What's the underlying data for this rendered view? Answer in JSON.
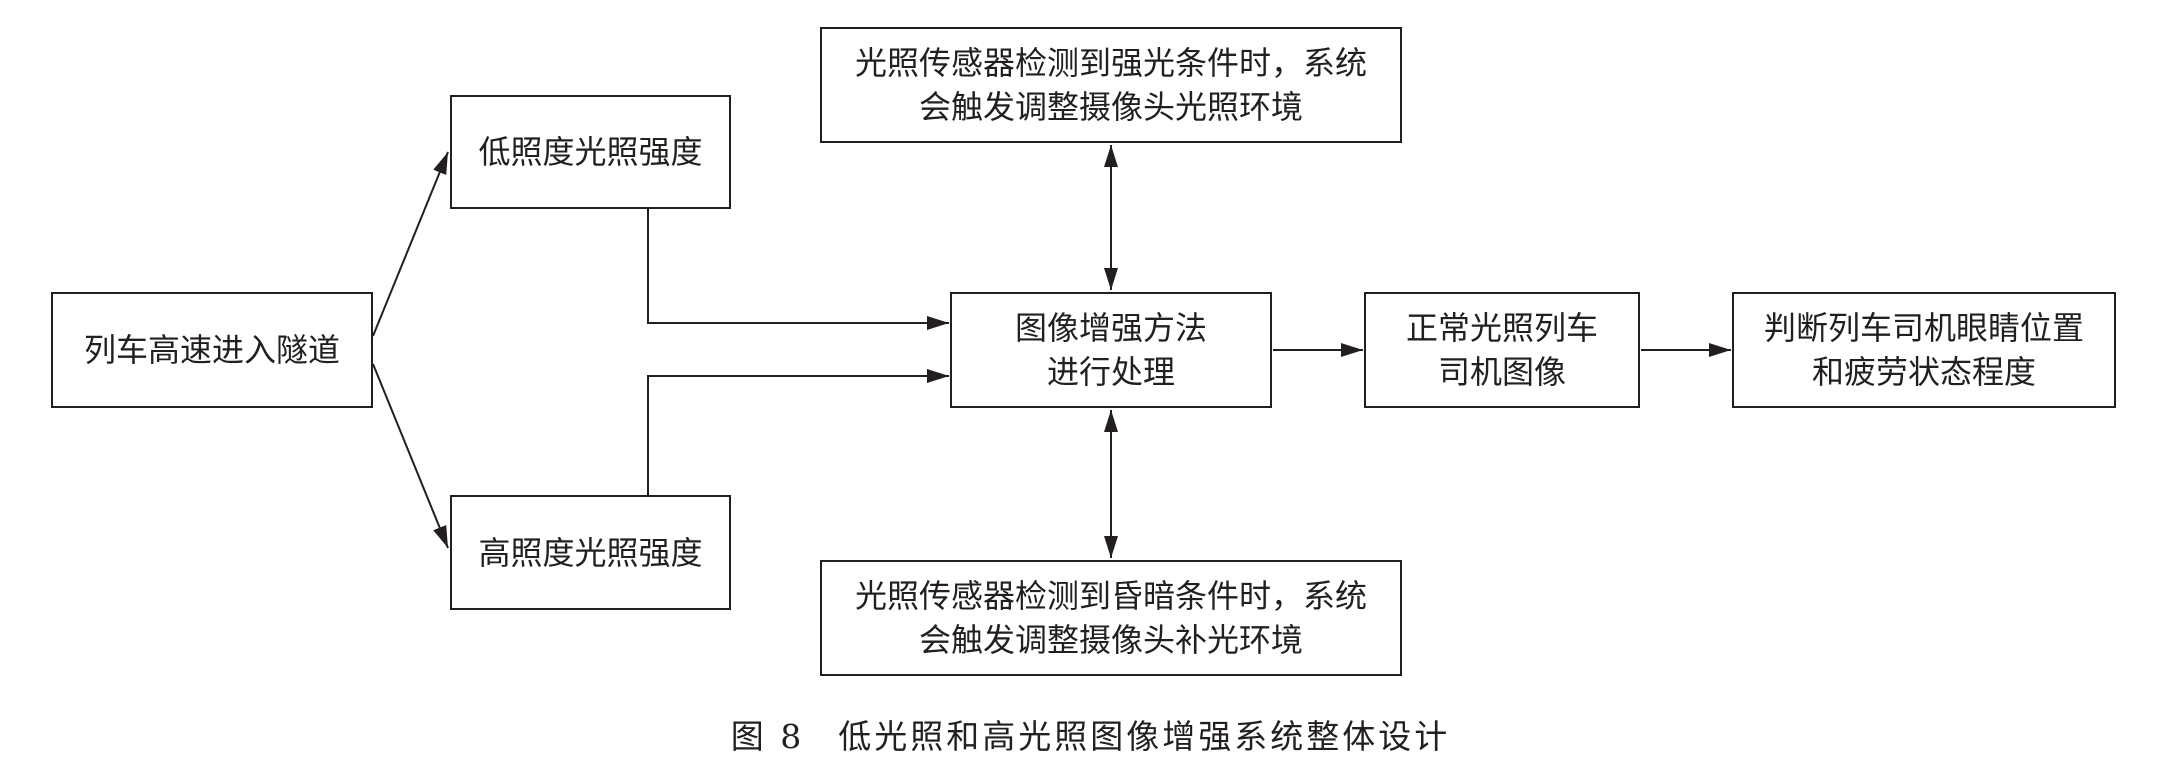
{
  "nodes": {
    "train_enters_tunnel": {
      "lines": [
        "列车高速进入隧道"
      ]
    },
    "low_illuminance": {
      "lines": [
        "低照度光照强度"
      ]
    },
    "high_illuminance": {
      "lines": [
        "高照度光照强度"
      ]
    },
    "strong_light_sensor": {
      "lines": [
        "光照传感器检测到强光条件时，系统",
        "会触发调整摄像头光照环境"
      ]
    },
    "image_enhancement": {
      "lines": [
        "图像增强方法",
        "进行处理"
      ]
    },
    "dim_light_sensor": {
      "lines": [
        "光照传感器检测到昏暗条件时，系统",
        "会触发调整摄像头补光环境"
      ]
    },
    "normal_driver_image": {
      "lines": [
        "正常光照列车",
        "司机图像"
      ]
    },
    "fatigue_judgement": {
      "lines": [
        "判断列车司机眼睛位置",
        "和疲劳状态程度"
      ]
    }
  },
  "caption": {
    "label": "图 8",
    "text": "低光照和高光照图像增强系统整体设计"
  },
  "colors": {
    "stroke": "#231f20",
    "background": "#ffffff"
  }
}
